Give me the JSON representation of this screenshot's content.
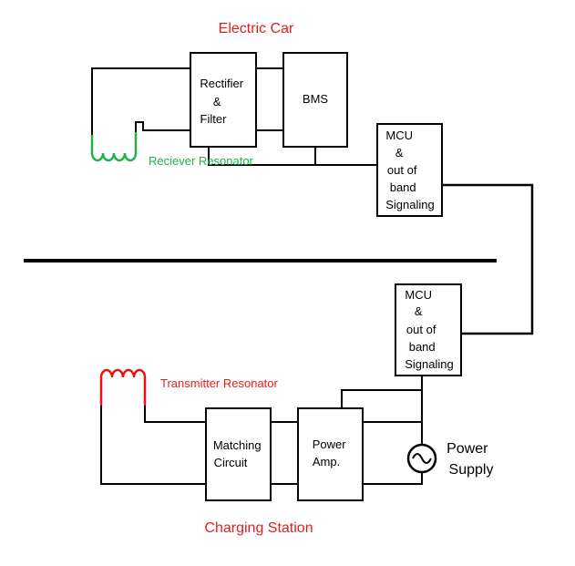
{
  "sections": {
    "car_title": "Electric Car",
    "station_title": "Charging Station"
  },
  "blocks": {
    "rectifier": [
      "Rectifier",
      "&",
      "Filter"
    ],
    "bms": [
      "BMS"
    ],
    "mcu_car": [
      "MCU",
      "&",
      "out of",
      "band",
      "Signaling"
    ],
    "mcu_station": [
      "MCU",
      "&",
      "out of",
      "band",
      "Signaling"
    ],
    "matching": [
      "Matching",
      "Circuit"
    ],
    "power_amp": [
      "Power",
      "Amp."
    ]
  },
  "resonators": {
    "receiver": "Reciever Resonator",
    "transmitter": "Transmitter Resonator"
  },
  "power_supply": [
    "Power",
    "Supply"
  ],
  "colors": {
    "title_red": "#e02020",
    "receiver_green": "#22b14c",
    "transmitter_red": "#ee1111",
    "wire": "#000000"
  }
}
